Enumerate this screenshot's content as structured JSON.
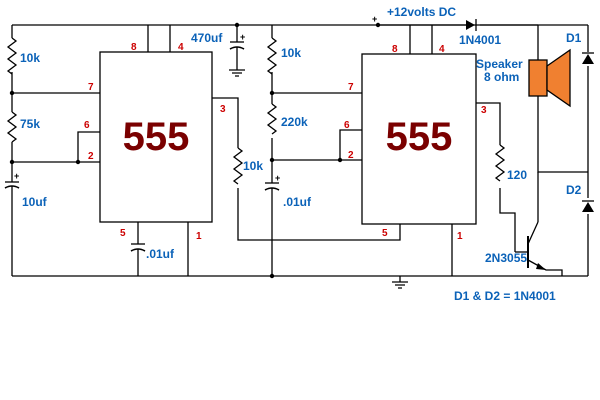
{
  "supply": {
    "label": "+12volts DC"
  },
  "ic1": {
    "label": "555",
    "pins": {
      "p8": "8",
      "p4": "4",
      "p7": "7",
      "p6": "6",
      "p2": "2",
      "p3": "3",
      "p5": "5",
      "p1": "1"
    }
  },
  "ic2": {
    "label": "555",
    "pins": {
      "p8": "8",
      "p4": "4",
      "p7": "7",
      "p6": "6",
      "p2": "2",
      "p3": "3",
      "p5": "5",
      "p1": "1"
    }
  },
  "components": {
    "r1": "10k",
    "r2": "75k",
    "c1": "10uf",
    "c_ctrl1": ".01uf",
    "c_supply": "470uf",
    "r_couple": "10k",
    "r3": "10k",
    "r4": "220k",
    "c2": ".01uf",
    "r_base": "120",
    "diode_in": "1N4001",
    "d1": "D1",
    "d2": "D2",
    "speaker": "Speaker",
    "speaker_ohm": "8 ohm",
    "transistor": "2N3055"
  },
  "notes": {
    "diodes": "D1 & D2 = 1N4001"
  },
  "colors": {
    "chip_text": "#7a0000",
    "pin_text": "#cc0000",
    "label_text": "#0b62b8",
    "speaker_fill": "#f08030"
  }
}
